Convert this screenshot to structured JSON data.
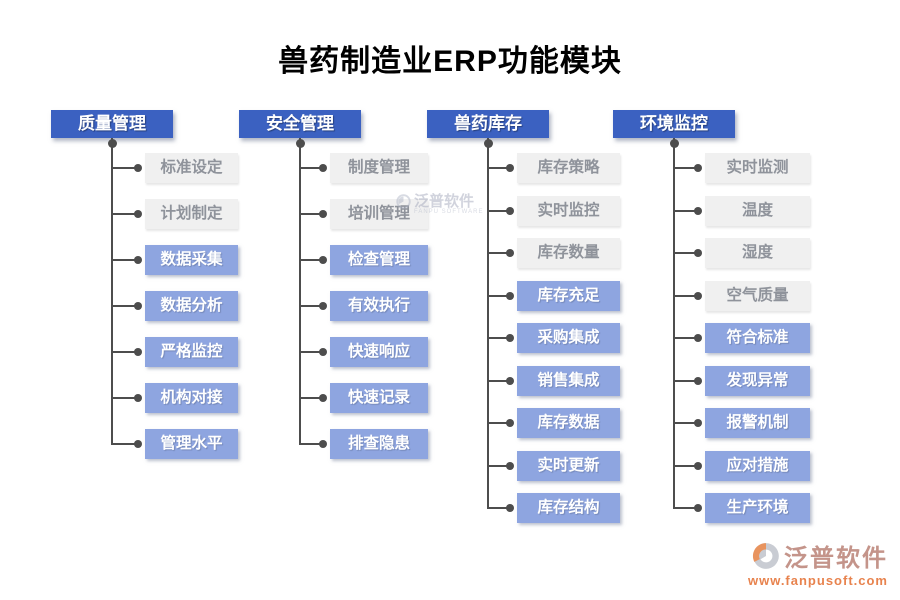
{
  "title": "兽药制造业ERP功能模块",
  "colors": {
    "header_bg": "#3b61c1",
    "item_blue_bg": "#8ea5e0",
    "item_gray_bg": "#f0f0f0",
    "item_gray_text": "#8f939b",
    "line": "#4d4d4d",
    "title_text": "#000000",
    "footer_brand": "#c4948a",
    "footer_url": "#e8834e"
  },
  "columns": [
    {
      "header": "质量管理",
      "items": [
        {
          "label": "标准设定",
          "variant": "gray"
        },
        {
          "label": "计划制定",
          "variant": "gray"
        },
        {
          "label": "数据采集",
          "variant": "blue"
        },
        {
          "label": "数据分析",
          "variant": "blue"
        },
        {
          "label": "严格监控",
          "variant": "blue"
        },
        {
          "label": "机构对接",
          "variant": "blue"
        },
        {
          "label": "管理水平",
          "variant": "blue"
        }
      ]
    },
    {
      "header": "安全管理",
      "items": [
        {
          "label": "制度管理",
          "variant": "gray"
        },
        {
          "label": "培训管理",
          "variant": "gray"
        },
        {
          "label": "检查管理",
          "variant": "blue"
        },
        {
          "label": "有效执行",
          "variant": "blue"
        },
        {
          "label": "快速响应",
          "variant": "blue"
        },
        {
          "label": "快速记录",
          "variant": "blue"
        },
        {
          "label": "排查隐患",
          "variant": "blue"
        }
      ]
    },
    {
      "header": "兽药库存",
      "items": [
        {
          "label": "库存策略",
          "variant": "gray"
        },
        {
          "label": "实时监控",
          "variant": "gray"
        },
        {
          "label": "库存数量",
          "variant": "gray"
        },
        {
          "label": "库存充足",
          "variant": "blue"
        },
        {
          "label": "采购集成",
          "variant": "blue"
        },
        {
          "label": "销售集成",
          "variant": "blue"
        },
        {
          "label": "库存数据",
          "variant": "blue"
        },
        {
          "label": "实时更新",
          "variant": "blue"
        },
        {
          "label": "库存结构",
          "variant": "blue"
        }
      ]
    },
    {
      "header": "环境监控",
      "items": [
        {
          "label": "实时监测",
          "variant": "gray"
        },
        {
          "label": "温度",
          "variant": "gray"
        },
        {
          "label": "湿度",
          "variant": "gray"
        },
        {
          "label": "空气质量",
          "variant": "gray"
        },
        {
          "label": "符合标准",
          "variant": "blue"
        },
        {
          "label": "发现异常",
          "variant": "blue"
        },
        {
          "label": "报警机制",
          "variant": "blue"
        },
        {
          "label": "应对措施",
          "variant": "blue"
        },
        {
          "label": "生产环境",
          "variant": "blue"
        }
      ]
    }
  ],
  "watermark_center": {
    "brand": "泛普软件",
    "sub": "FANPU SOFTWARE"
  },
  "watermark_footer": {
    "brand": "泛普软件",
    "url": "www.fanpusoft.com"
  }
}
